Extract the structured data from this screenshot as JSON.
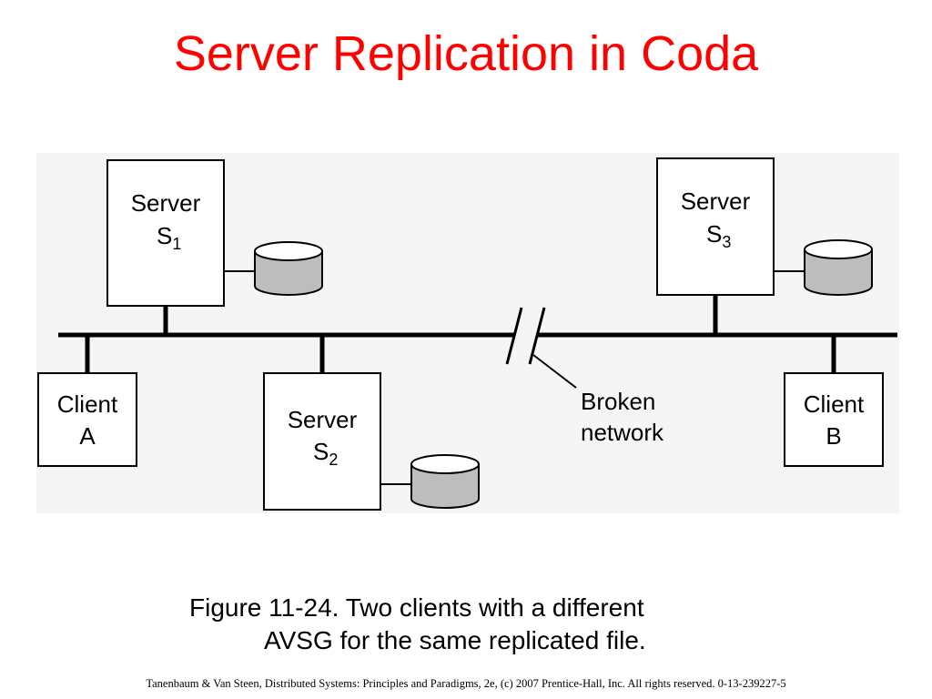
{
  "title": "Server Replication in Coda",
  "diagram": {
    "server_s1": {
      "label": "Server",
      "name": "S",
      "subscript": "1"
    },
    "server_s2": {
      "label": "Server",
      "name": "S",
      "subscript": "2"
    },
    "server_s3": {
      "label": "Server",
      "name": "S",
      "subscript": "3"
    },
    "client_a": {
      "line1": "Client",
      "line2": "A"
    },
    "client_b": {
      "line1": "Client",
      "line2": "B"
    },
    "broken_network": {
      "line1": "Broken",
      "line2": "network"
    },
    "colors": {
      "disk_fill": "#bdbdbd",
      "line": "#000000",
      "background": "#f5f5f5"
    },
    "icons": [
      "disk-icon",
      "network-bus",
      "break-mark"
    ]
  },
  "caption": {
    "line1": "Figure 11-24. Two clients with a different",
    "line2": "AVSG for the same replicated file."
  },
  "footer": "Tanenbaum & Van Steen, Distributed Systems: Principles and Paradigms, 2e, (c) 2007 Prentice-Hall, Inc. All rights reserved. 0-13-239227-5"
}
